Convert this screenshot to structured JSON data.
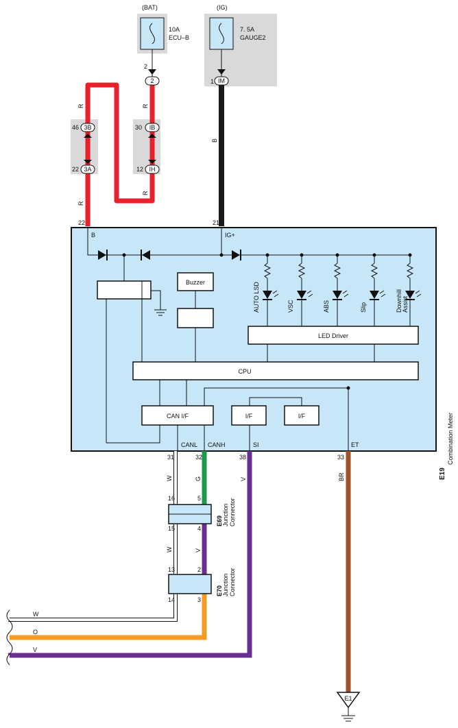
{
  "colors": {
    "red": "#e8212a",
    "black": "#1a1a1a",
    "green": "#1a9a4a",
    "purple": "#6b2e91",
    "orange": "#f59a23",
    "brown": "#a0522d",
    "meter_fill": "#c7e6f8",
    "gray_box": "#d9d9d9"
  },
  "power": {
    "bat": {
      "source": "(BAT)",
      "rating": "10A",
      "fuse": "ECU–B",
      "pin": "2",
      "conn": "2"
    },
    "ig": {
      "source": "(IG)",
      "rating": "7. 5A",
      "fuse": "GAUGE2",
      "pin": "1",
      "conn": "IM"
    }
  },
  "splice": {
    "left": {
      "top_pin": "46",
      "top_conn": "3B",
      "bot_pin": "22",
      "bot_conn": "3A"
    },
    "right": {
      "top_pin": "30",
      "top_conn": "IB",
      "bot_pin": "12",
      "bot_conn": "IH"
    }
  },
  "wire_labels": {
    "r": "R",
    "b": "B",
    "w": "W",
    "g": "G",
    "v": "V",
    "br": "BR",
    "o": "O"
  },
  "meter": {
    "id": "E19",
    "name": "Combination Meter",
    "pin_b": "22",
    "term_b": "B",
    "pin_ig": "21",
    "term_ig": "IG+",
    "buzzer": "Buzzer",
    "led_driver": "LED Driver",
    "cpu": "CPU",
    "can_if": "CAN I/F",
    "if1": "I/F",
    "if2": "I/F",
    "leds": [
      "AUTO LSD",
      "VSC",
      "ABS",
      "Slip",
      "Downhill",
      "Assist"
    ],
    "bottom_pins": [
      "31",
      "32",
      "38",
      "33"
    ],
    "bottom_terms": [
      "CANL",
      "CANH",
      "SI",
      "ET"
    ]
  },
  "junctions": {
    "e69": {
      "id": "E69",
      "name": "Junction",
      "sub": "Connector",
      "pins": [
        "16",
        "5",
        "15",
        "4"
      ]
    },
    "e70": {
      "id": "E70",
      "name": "Junction",
      "sub": "Connector",
      "pins": [
        "13",
        "2",
        "14",
        "3"
      ]
    }
  },
  "ground": {
    "label": "E1"
  }
}
